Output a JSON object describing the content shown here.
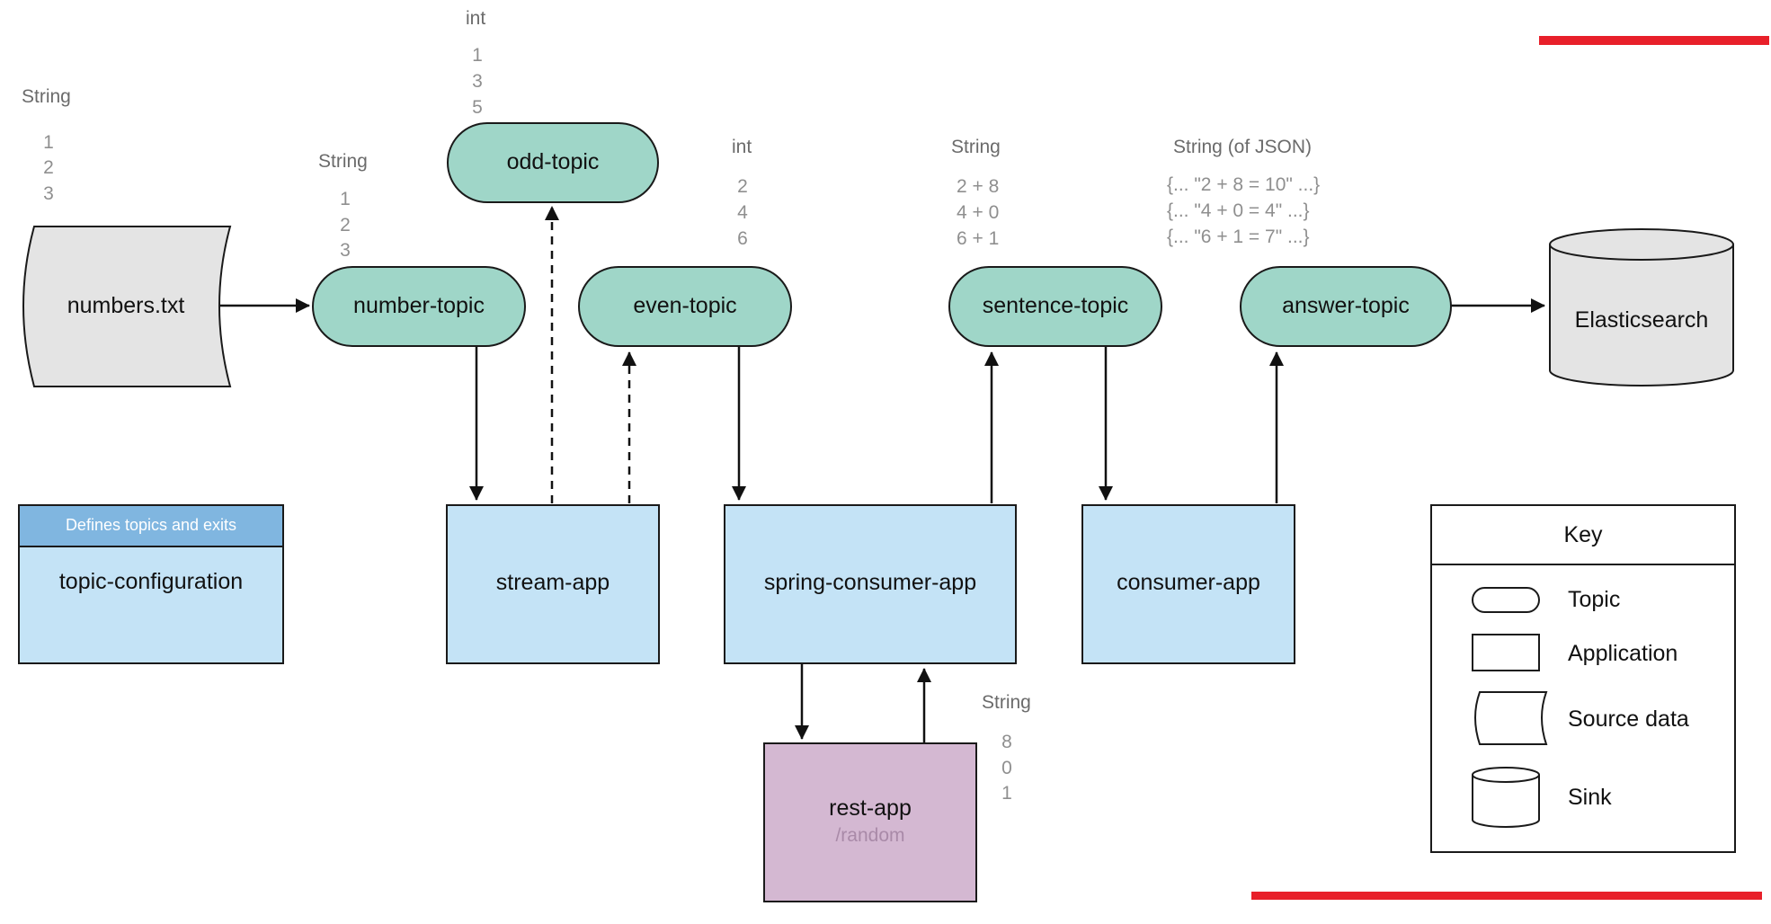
{
  "topics": {
    "number_topic": "number-topic",
    "odd_topic": "odd-topic",
    "even_topic": "even-topic",
    "sentence_topic": "sentence-topic",
    "answer_topic": "answer-topic"
  },
  "apps": {
    "stream_app": "stream-app",
    "spring_consumer_app": "spring-consumer-app",
    "consumer_app": "consumer-app",
    "rest_app": "rest-app",
    "rest_app_path": "/random",
    "topic_configuration": "topic-configuration",
    "topic_configuration_header": "Defines topics and exits"
  },
  "source": {
    "label": "numbers.txt",
    "type": "String",
    "values": [
      "1",
      "2",
      "3"
    ]
  },
  "sink": {
    "label": "Elasticsearch"
  },
  "annotations": {
    "number_topic": {
      "type": "String",
      "values": [
        "1",
        "2",
        "3"
      ]
    },
    "odd_topic": {
      "type": "int",
      "values": [
        "1",
        "3",
        "5"
      ]
    },
    "even_topic": {
      "type": "int",
      "values": [
        "2",
        "4",
        "6"
      ]
    },
    "sentence_topic": {
      "type": "String",
      "values": [
        "2 + 8",
        "4 + 0",
        "6 + 1"
      ]
    },
    "answer_topic": {
      "type": "String (of JSON)",
      "values": [
        "{...  \"2 + 8 = 10\"  ...}",
        "{...   \"4 + 0 = 4\"   ...}",
        "{...   \"6 + 1 = 7\"   ...}"
      ]
    },
    "rest_app": {
      "type": "String",
      "values": [
        "8",
        "0",
        "1"
      ]
    }
  },
  "key": {
    "title": "Key",
    "items": [
      "Topic",
      "Application",
      "Source data",
      "Sink"
    ]
  },
  "colors": {
    "topic": "#9fd6c8",
    "application": "#c4e3f6",
    "rest_app": "#d4b8d2",
    "header": "#80b6e0",
    "source_sink": "#e4e4e4",
    "watermark": "#e8202a"
  }
}
